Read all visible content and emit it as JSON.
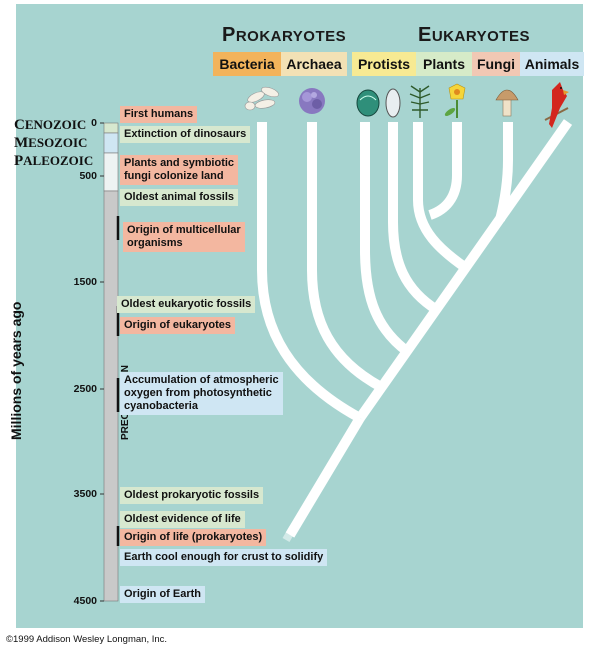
{
  "headers": {
    "prokaryotes": "Prokaryotes",
    "eukaryotes": "Eukaryotes"
  },
  "groups": [
    {
      "label": "Bacteria",
      "color": "#f2b35b"
    },
    {
      "label": "Archaea",
      "color": "#f2e1b5"
    },
    {
      "label": "Protists",
      "color": "#f7ea93"
    },
    {
      "label": "Plants",
      "color": "#d6ebc8"
    },
    {
      "label": "Fungi",
      "color": "#f1c8b4"
    },
    {
      "label": "Animals",
      "color": "#cfe6f3"
    }
  ],
  "eras": [
    "Cenozoic",
    "Mesozoic",
    "Paleozoic"
  ],
  "era_label": "PRECAMBRIAN",
  "axis": {
    "label": "Millions of years ago",
    "ticks": [
      "0",
      "500",
      "1500",
      "2500",
      "3500",
      "4500"
    ]
  },
  "events": [
    {
      "text": "First humans",
      "color": "pink"
    },
    {
      "text": "Extinction of dinosaurs",
      "color": "green"
    },
    {
      "text": "Plants and symbiotic\nfungi colonize land",
      "color": "pink"
    },
    {
      "text": "Oldest animal fossils",
      "color": "green"
    },
    {
      "text": "Origin of multicellular\norganisms",
      "color": "pink"
    },
    {
      "text": "Oldest eukaryotic fossils",
      "color": "green"
    },
    {
      "text": "Origin of eukaryotes",
      "color": "pink"
    },
    {
      "text": "Accumulation of atmospheric\noxygen from photosynthetic\ncyanobacteria",
      "color": "blue"
    },
    {
      "text": "Oldest prokaryotic fossils",
      "color": "green"
    },
    {
      "text": "Oldest evidence of life",
      "color": "green"
    },
    {
      "text": "Origin of life (prokaryotes)",
      "color": "pink"
    },
    {
      "text": "Earth cool enough for crust to solidify",
      "color": "blue"
    },
    {
      "text": "Origin of Earth",
      "color": "blue"
    }
  ],
  "icons": [
    "bacteria-icon",
    "archaea-icon",
    "protist-icon",
    "plant-icon",
    "flower-icon",
    "mushroom-icon",
    "cardinal-bird-icon"
  ],
  "copyright": "©1999 Addison Wesley Longman, Inc."
}
